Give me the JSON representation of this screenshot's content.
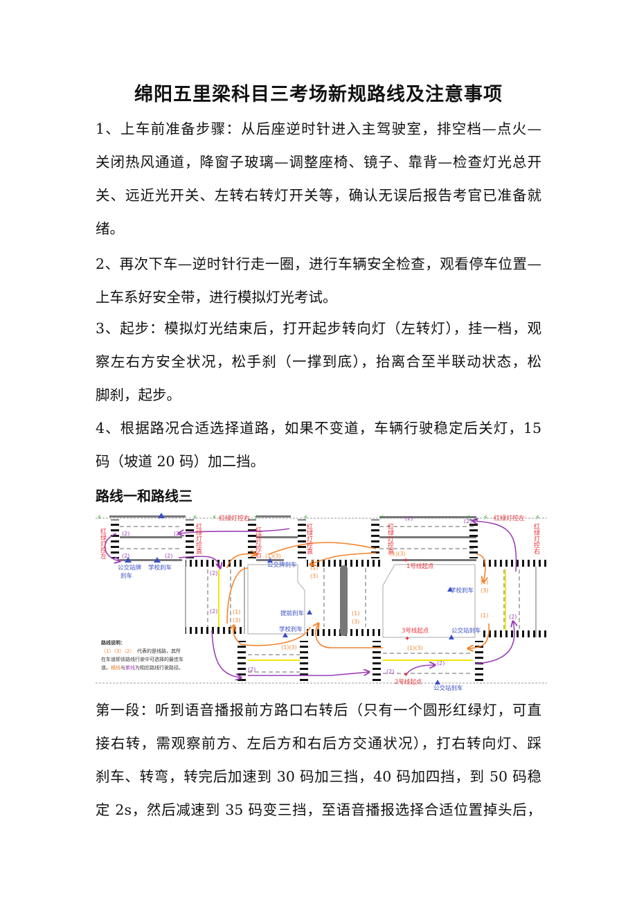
{
  "title": "绵阳五里梁科目三考场新规路线及注意事项",
  "paragraphs": [
    {
      "lines": [
        "1、上车前准备步骤：从后座逆时针进入主驾驶室，排空档—点火—",
        "关闭热风通道，降窗子玻璃—调整座椅、镜子、靠背—检查灯光总开",
        "关、远近光开关、左转右转灯开关等，确认无误后报告考官已准备就",
        "绪。"
      ]
    },
    {
      "lines": [
        "2、再次下车—逆时针行走一圈，进行车辆安全检查，观看停车位置—",
        "上车系好安全带，进行模拟灯光考试。"
      ]
    },
    {
      "lines": [
        "3、起步：模拟灯光结束后，打开起步转向灯（左转灯），挂一档，观",
        "察左右方安全状况，松手刹（一撑到底），抬离合至半联动状态，松",
        "脚刹，起步。"
      ]
    },
    {
      "lines": [
        "4、根据路况合适选择道路，如果不变道，车辆行驶稳定后关灯，15",
        "码（坡道 20 码）加二挡。"
      ]
    },
    {
      "lines": [
        "第一段：听到语音播报前方路口右转后（只有一个圆形红绿灯，可直",
        "接右转，需观察前方、左后方和右后方交通状况），打右转向灯、踩",
        "刹车、转弯，转完后加速到 30 码加三挡，40 码加四挡，到 50 码稳",
        "定 2s，然后减速到 35 码变三挡，至语音播报选择合适位置掉头后，"
      ]
    }
  ],
  "section_heading": "路线一和路线三",
  "diagram": {
    "signals": {
      "left": "红绿灯控左",
      "straight": "红绿灯控直",
      "right": "红绿灯控右"
    },
    "stops": {
      "bus_stop_sign_brake_1": "公交站牌",
      "bus_stop_sign_brake_2": "刹车",
      "school_brake": "学校刹车",
      "bus_sign_brake": "公交牌刹车",
      "advance_brake": "提前刹车",
      "bus_station_brake": "公交站刹车"
    },
    "start_points": {
      "line1": "1号线起点",
      "line2": "2号线起点",
      "line3": "3号线起点"
    },
    "route_labels": {
      "r13": "(1)(3)",
      "r2": "(2)",
      "r1": "(1)",
      "r3": "(3)"
    },
    "legend": {
      "title": "路线说明：",
      "line1_codes": "（1）（3）（2）",
      "line1_rest": "代表的是线路，其所",
      "line2": "在车道即该路线行驶中可选择的最佳车",
      "line3_orange": "橘线",
      "line3_mid": "与",
      "line3_purple": "紫线",
      "line3_rest": "为相应路线行驶路径。"
    },
    "colors": {
      "orange": "#f5822a",
      "purple": "#9b3fb5",
      "red": "#e8343a",
      "blue": "#3a4fc4",
      "road_gray": "#777777",
      "yellow": "#f2e600"
    }
  }
}
